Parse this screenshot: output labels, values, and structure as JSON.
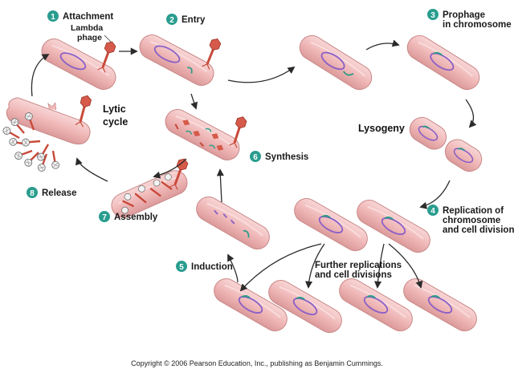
{
  "diagram": {
    "steps": [
      {
        "num": "1",
        "label": "Attachment"
      },
      {
        "num": "2",
        "label": "Entry"
      },
      {
        "num": "3",
        "label_line1": "Prophage",
        "label_line2": "in chromosome"
      },
      {
        "num": "4",
        "label_line1": "Replication of",
        "label_line2": "chromosome",
        "label_line3": "and cell division"
      },
      {
        "num": "5",
        "label": "Induction"
      },
      {
        "num": "6",
        "label": "Synthesis"
      },
      {
        "num": "7",
        "label": "Assembly"
      },
      {
        "num": "8",
        "label": "Release"
      }
    ],
    "phage_label_line1": "Lambda",
    "phage_label_line2": "phage",
    "lytic_line1": "Lytic",
    "lytic_line2": "cycle",
    "lysogeny": "Lysogeny",
    "further_line1": "Further replications",
    "further_line2": "and cell divisions",
    "copyright": "Copyright © 2006 Pearson Education, Inc., publishing as Benjamin Cummings."
  },
  "colors": {
    "cell_fill": "#f2bcbc",
    "cell_stroke": "#c98888",
    "phage_dna": "#8a5fc6",
    "prophage": "#2e9c86",
    "phage_red": "#d65a4a",
    "step_badge": "#2a9d8f"
  }
}
